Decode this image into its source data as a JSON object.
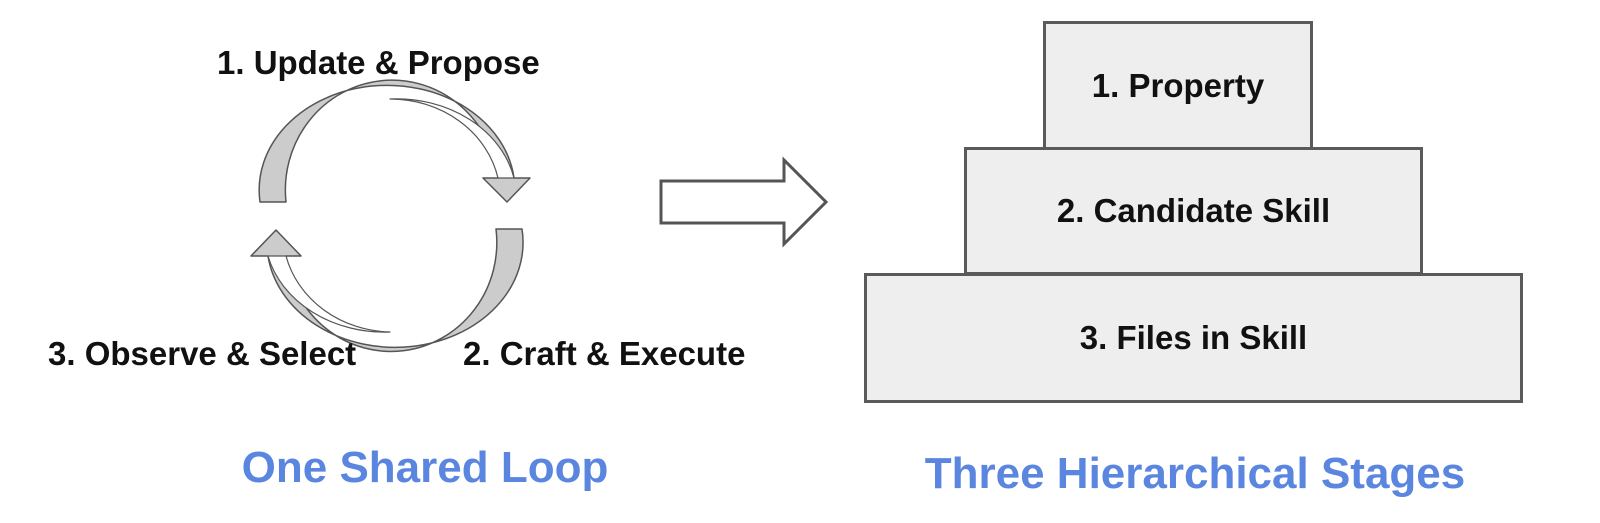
{
  "loop": {
    "steps": [
      {
        "label": "1. Update & Propose"
      },
      {
        "label": "2. Craft & Execute"
      },
      {
        "label": "3. Observe & Select"
      }
    ],
    "caption": "One Shared Loop"
  },
  "stages": {
    "tiers": [
      {
        "label": "1. Property"
      },
      {
        "label": "2. Candidate Skill"
      },
      {
        "label": "3. Files in Skill"
      }
    ],
    "caption": "Three Hierarchical Stages"
  },
  "colors": {
    "caption": "#5b86e0",
    "tier_fill": "#eeeeee",
    "tier_border": "#5a5a5a",
    "arrow_fill": "#cccccc",
    "stroke": "#555555"
  },
  "icons": {
    "loop": "cycle-arrows-icon",
    "transition": "right-arrow-icon"
  }
}
